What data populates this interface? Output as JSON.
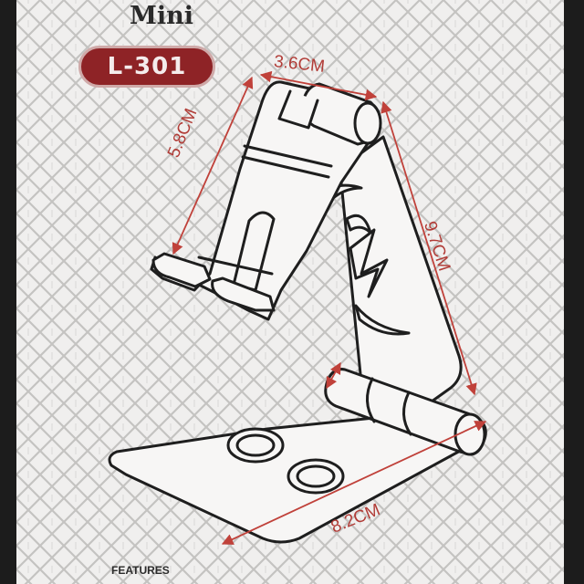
{
  "product": {
    "series": "Mini",
    "model": "L-301"
  },
  "dimensions": {
    "top_width": "3.6CM",
    "back_height": "5.8CM",
    "side_length": "9.7CM",
    "base_length": "8.2CM"
  },
  "section_heading": "FEATURES",
  "colors": {
    "badge": "#8e2326",
    "dimension_lines": "#c0413a",
    "outline": "#1e1e1e",
    "background": "#f0efee"
  }
}
